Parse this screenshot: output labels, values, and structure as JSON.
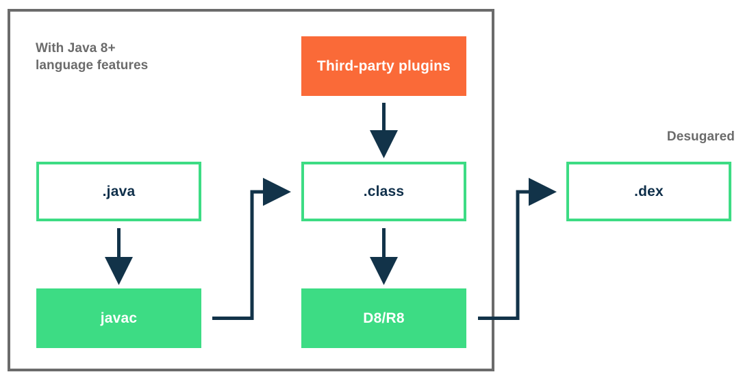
{
  "diagram": {
    "title_label_left": "With Java 8+\nlanguage features",
    "title_label_right": "Desugared",
    "colors": {
      "frame_gray": "#6b6b6b",
      "green": "#3ddc84",
      "orange": "#fa6a38",
      "arrow_navy": "#123349",
      "node_text_dark": "#0f2f4a",
      "node_text_light": "#ffffff",
      "background": "#ffffff"
    },
    "nodes": [
      {
        "id": "java",
        "label": ".java",
        "style": "outline"
      },
      {
        "id": "javac",
        "label": "javac",
        "style": "filled-green"
      },
      {
        "id": "plugins",
        "label": "Third-party plugins",
        "style": "filled-orange"
      },
      {
        "id": "class",
        "label": ".class",
        "style": "outline"
      },
      {
        "id": "d8r8",
        "label": "D8/R8",
        "style": "filled-green"
      },
      {
        "id": "dex",
        "label": ".dex",
        "style": "outline"
      }
    ],
    "edges": [
      {
        "from": "java",
        "to": "javac",
        "kind": "straight-down"
      },
      {
        "from": "plugins",
        "to": "class",
        "kind": "straight-down"
      },
      {
        "from": "class",
        "to": "d8r8",
        "kind": "straight-down"
      },
      {
        "from": "javac",
        "to": "class",
        "kind": "elbow-right-up"
      },
      {
        "from": "d8r8",
        "to": "dex",
        "kind": "elbow-right-up"
      }
    ]
  }
}
